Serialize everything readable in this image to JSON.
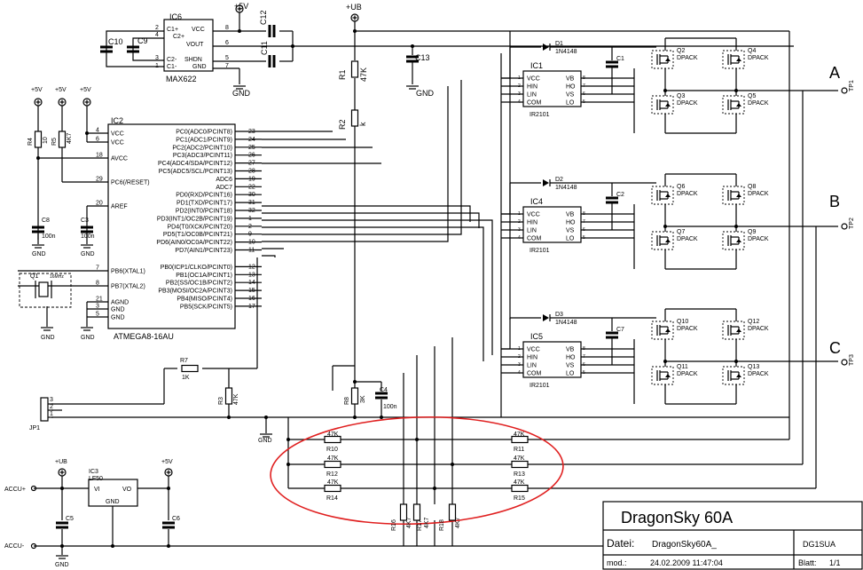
{
  "colors": {
    "wire": "#000000",
    "highlight": "#e02020",
    "background": "#ffffff"
  },
  "ic6": {
    "name": "IC6",
    "part": "MAX622",
    "pins_left": [
      "C1+",
      "C2+",
      "C2-",
      "C1-"
    ],
    "pins_right": [
      "VCC",
      "VOUT",
      "SHDN",
      "GND"
    ],
    "pin_nums": [
      "2",
      "4",
      "3",
      "1",
      "8",
      "6",
      "5",
      "7"
    ]
  },
  "ic2": {
    "name": "IC2",
    "part": "ATMEGA8-16AU",
    "pins_left": [
      "VCC",
      "VCC",
      "AVCC",
      "PC6(/RESET)",
      "AREF",
      "PB6(XTAL1)",
      "PB7(XTAL2)",
      "AGND",
      "GND",
      "GND"
    ],
    "pin_nums_left": [
      "4",
      "6",
      "18",
      "29",
      "20",
      "7",
      "8",
      "21",
      "3",
      "5"
    ],
    "pins_right": [
      "PC0(ADC0/PCINT8)",
      "PC1(ADC1/PCINT9)",
      "PC2(ADC2/PCINT10)",
      "PC3(ADC3/PCINT11)",
      "PC4(ADC4/SDA/PCINT12)",
      "PC5(ADC5/SCL/PCINT13)",
      "ADC6",
      "ADC7",
      "PD0(RXD/PCINT16)",
      "PD1(TXD/PCINT17)",
      "PD2(INT0/PCINT18)",
      "PD3(INT1/OC2B/PCINT19)",
      "PD4(T0/XCK/PCINT20)",
      "PD5(T1/OC0B/PCINT21)",
      "PD6(AIN0/OC0A/PCINT22)",
      "PD7(AIN1/PCINT23)",
      "PB0(ICP1/CLKO/PCINT0)",
      "PB1(OC1A/PCINT1)",
      "PB2(SS/OC1B/PCINT2)",
      "PB3(MOSI/OC2A/PCINT3)",
      "PB4(MISO/PCINT4)",
      "PB5(SCK/PCINT5)"
    ],
    "pin_nums_right": [
      "23",
      "24",
      "25",
      "26",
      "27",
      "28",
      "19",
      "22",
      "30",
      "31",
      "32",
      "1",
      "2",
      "9",
      "10",
      "11",
      "12",
      "13",
      "14",
      "15",
      "16",
      "17"
    ]
  },
  "drivers": [
    {
      "name": "IC1",
      "part": "IR2101",
      "diode": "D1",
      "diode_part": "1N4148",
      "cap": "C1",
      "fets": [
        "Q2",
        "Q3",
        "Q4",
        "Q5"
      ],
      "phase": "A",
      "tp": "TP1"
    },
    {
      "name": "IC4",
      "part": "IR2101",
      "diode": "D2",
      "diode_part": "1N4148",
      "cap": "C2",
      "fets": [
        "Q6",
        "Q7",
        "Q8",
        "Q9"
      ],
      "phase": "B",
      "tp": "TP2"
    },
    {
      "name": "IC5",
      "part": "IR2101",
      "diode": "D3",
      "diode_part": "1N4148",
      "cap": "C7",
      "fets": [
        "Q10",
        "Q11",
        "Q12",
        "Q13"
      ],
      "phase": "C",
      "tp": "TP3"
    }
  ],
  "driver_pins_left": [
    "VCC",
    "HIN",
    "LIN",
    "COM"
  ],
  "driver_pins_right": [
    "VB",
    "HO",
    "VS",
    "LO"
  ],
  "driver_pin_nums": [
    "1",
    "2",
    "3",
    "4",
    "8",
    "7",
    "6",
    "5"
  ],
  "fet_type": "DPACK",
  "power_labels": {
    "ub": "+UB",
    "v5": "+5V",
    "gnd": "GND"
  },
  "resistors": {
    "r1": {
      "name": "R1",
      "value": "47K"
    },
    "r2": {
      "name": "R2",
      "value": "k"
    },
    "r3": {
      "name": "R3",
      "value": "47K"
    },
    "r4": {
      "name": "R4",
      "value": "10"
    },
    "r5": {
      "name": "R5",
      "value": "4K7"
    },
    "r7": {
      "name": "R7",
      "value": "1K"
    },
    "r8": {
      "name": "R8",
      "value": "3K"
    },
    "r10": {
      "name": "R10",
      "value": "47K"
    },
    "r11": {
      "name": "R11",
      "value": "47K"
    },
    "r12": {
      "name": "R12",
      "value": "47K"
    },
    "r13": {
      "name": "R13",
      "value": "47K"
    },
    "r14": {
      "name": "R14",
      "value": "47K"
    },
    "r15": {
      "name": "R15",
      "value": "47K"
    },
    "r16": {
      "name": "R16",
      "value": "4K7"
    },
    "r17": {
      "name": "R17",
      "value": "4K7"
    },
    "r18": {
      "name": "R18",
      "value": "4K7"
    }
  },
  "caps": {
    "c3": "C3",
    "c3v": "100n",
    "c4": "C4",
    "c4v": "100n",
    "c5": "C5",
    "c6": "C6",
    "c8": "C8",
    "c8v": "100n",
    "c9": "C9",
    "c10": "C10",
    "c11": "C11",
    "c12": "C12",
    "c13": "C13"
  },
  "crystal": {
    "name": "Q1",
    "value": "16MHz"
  },
  "jp1": {
    "name": "JP1",
    "pins": [
      "3",
      "2",
      "1"
    ]
  },
  "ic3": {
    "name": "IC3",
    "part": "LF50",
    "pin_vi": "VI",
    "pin_vo": "VO",
    "pin_gnd": "GND"
  },
  "accu": {
    "plus": "ACCU+",
    "minus": "ACCU-"
  },
  "title_block": {
    "title": "DragonSky 60A",
    "file_label": "Datei:",
    "file_value": "DragonSky60A_",
    "author": "DG1SUA",
    "mod_label": "mod.:",
    "mod_value": "24.02.2009 11:47:04",
    "sheet_label": "Blatt:",
    "sheet_value": "1/1"
  }
}
